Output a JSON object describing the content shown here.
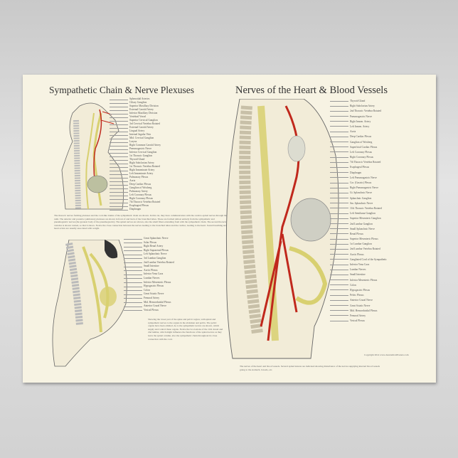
{
  "left_panel": {
    "title": "Sympathetic Chain & Nerve Plexuses",
    "upper_labels": [
      "Sphenoidal Arteries",
      "Ciliary Ganglion",
      "Superior Maxillary Division",
      "External Carotid Artery",
      "Inferior Maxillary Division",
      "Vertebral Vessel",
      "Superior Cervical Ganglion",
      "3rd Cervical Vertebra Rotated",
      "External Carotid Artery",
      "Lingual Artery",
      "Internal Jugular Vein",
      "Mid. Cervical Ganglion",
      "Larynx",
      "Right Common Carotid Artery",
      "Pneumogastric Nerve",
      "Inferior Cervical Ganglion",
      "1st Thoracic Ganglion",
      "Thyroid Gland",
      "Right Subclavian Artery",
      "1st Thoracic Vertebra Rotated",
      "Right Innominate Artery",
      "Left Innominate Artery",
      "Pulmonary Plexus",
      "Aorta",
      "Deep Cardiac Plexus",
      "Ganglion of Wrisberg",
      "Pulmonary Artery",
      "Left Coronary Plexus",
      "Right Coronary Plexus",
      "7th Thoracic Vertebra Rotated",
      "Esophageal Plexus",
      "Diaphragm"
    ],
    "upper_paragraph": "The thoracic nerves forming plexuses and the cord-like trunks of the sympathetic chain are shown. In this cut, they have communication with the cerebro-spinal nerves through the rami. The anterior and posterior pulmonary plexuses are shown in front of and back of the bronchial tubes. These are formed almost entirely from the sympathetic and pneumogastric nerves (the greatest body of the pneumogastric). The spinal nerves are shown, also the small fibers extending from with the sympathetic chain. The second thoracic vertebra is shown rotated, so that it shows. Notice the close connection between the nerves leading to the bronchial tubes and the cardiac, leading to the heart. Sound breathing and heart action are usually associated with weight.",
    "lower_labels": [
      "Great Splanchnic Nerve",
      "Solar Plexus",
      "Right Renal Artery",
      "Right Suprarenal Plexus",
      "Left Splanchnic Nerve",
      "3rd Lumbar Ganglion",
      "2nd Lumbar Vertebra Rotated",
      "Small Intestine",
      "Aortic Plexus",
      "Inferior Vena Cava",
      "Lumbar Nerves",
      "Inferior Mesenteric Plexus",
      "Hypogastric Plexus",
      "Colon",
      "Great Sciatic Nerve",
      "Femoral Artery",
      "Mid. Hemorrhoidal Plexus",
      "Anterior Crural Nerve",
      "Vesical Plexus"
    ],
    "lower_paragraph": "Showing the lower part of the spine and pelvic region, with spinal and sympathetic nerves to the organs in the abdomen and pelvis. The pelvic organs have been omitted. As to the sympathetic nerves are shown, which supply and control these organs. Notice the two lesions of the 11th dorsal and 2nd lumbar, which might influence the functions of the spinal nerves as they leave the spinal column, also the sympathetic chain throughout its close connection with the cord."
  },
  "right_panel": {
    "title": "Nerves of the Heart & Blood Vessels",
    "labels": [
      "Thyroid Gland",
      "Right Subclavian Artery",
      "2nd Thoracic Vertebra Rotated",
      "Pneumogastric Nerve",
      "Right Innom. Artery",
      "Left Innom. Artery",
      "Aorta",
      "Deep Cardiac Plexus",
      "Ganglion of Wrisberg",
      "Superficial Cardiac Plexus",
      "Left Coronary Plexus",
      "Right Coronary Plexus",
      "7th Thoracic Vertebra Rotated",
      "Esophageal Plexus",
      "Diaphragm",
      "Left Pneumogastric Nerve",
      "Cor. (Gastric) Plexus",
      "Right Pneumogastric Nerve",
      "Gt. Splanchnic Nerve",
      "Splanchnic Ganglion",
      "Sm. Splanchnic Nerve",
      "11th Thoracic Vertebra Rotated",
      "Left Semilunar Ganglion",
      "Superior Mesenteric Ganglion",
      "2nd Lumbar Ganglion",
      "Small Splanchnic Nerve",
      "Renal Plexus",
      "Superior Mesenteric Plexus",
      "1st Lumbar Ganglion",
      "2nd Lumbar Vertebra Rotated",
      "Aortic Plexus",
      "Gangliated Cord of the Sympathetic",
      "Inferior Vena Cava",
      "Lumbar Nerves",
      "Small Intestine",
      "Inferior Mesenteric Plexus",
      "Colon",
      "Hypogastric Plexus",
      "Pelvic Plexus",
      "Anterior Crural Nerve",
      "Great Sciatic Nerve",
      "Mid. Hemorrhoidal Plexus",
      "Femoral Artery",
      "Vesical Plexus"
    ],
    "copyright": "Copyright 2014 www.AnatomicalPosters.com",
    "caption": "The nerves of the heart and blood vessels. Several spinal lesions are indicated showing disturbance of the nerves supplying internal blood vessels going to the stomach, bowels, etc."
  },
  "colors": {
    "paper": "#f7f3e3",
    "nerve": "#d8d070",
    "artery": "#c0281c",
    "ink": "#555555"
  }
}
